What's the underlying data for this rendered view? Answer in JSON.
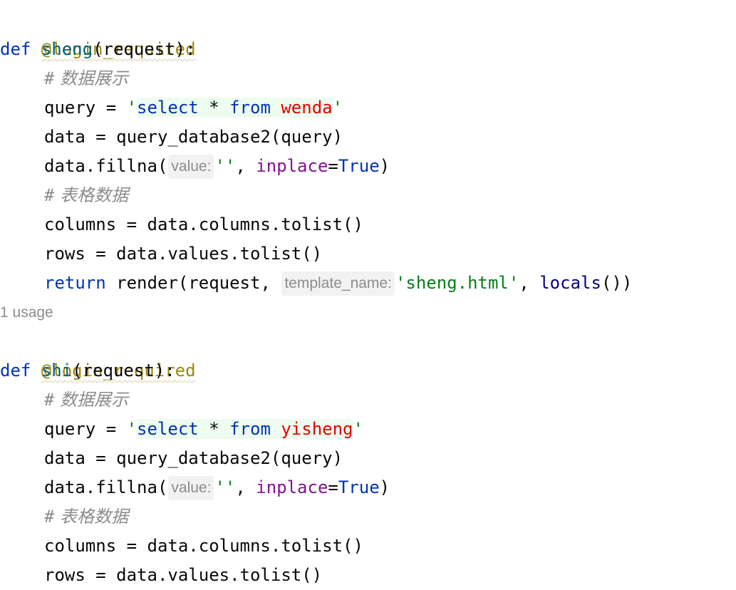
{
  "code": {
    "decorator": "@login_required",
    "def_kw": "def",
    "fn1_name": "sheng",
    "fn2_name": "shi",
    "params": "(request):",
    "comment_hash": "#",
    "comment_display": "数据展示",
    "comment_table": "表格数据",
    "query_lhs": "query = ",
    "quote": "'",
    "sql_select": "select",
    "sql_star": " * ",
    "sql_from": "from",
    "table1": "wenda",
    "table2": "yisheng",
    "data_line": "data = query_database2(query)",
    "fillna_prefix": "data.fillna(",
    "hint_value": "value:",
    "empty_str": "''",
    "comma_space": ", ",
    "inplace_param": "inplace",
    "eq": "=",
    "true_kw": "True",
    "close_paren": ")",
    "columns_line": "columns = data.columns.tolist()",
    "rows_line": "rows = data.values.tolist()",
    "return_kw": "return",
    "render_prefix": " render(request, ",
    "hint_template": "template_name:",
    "template_str": "'sheng.html'",
    "locals_fn": "locals",
    "locals_tail": "())",
    "usage": "1 usage"
  }
}
